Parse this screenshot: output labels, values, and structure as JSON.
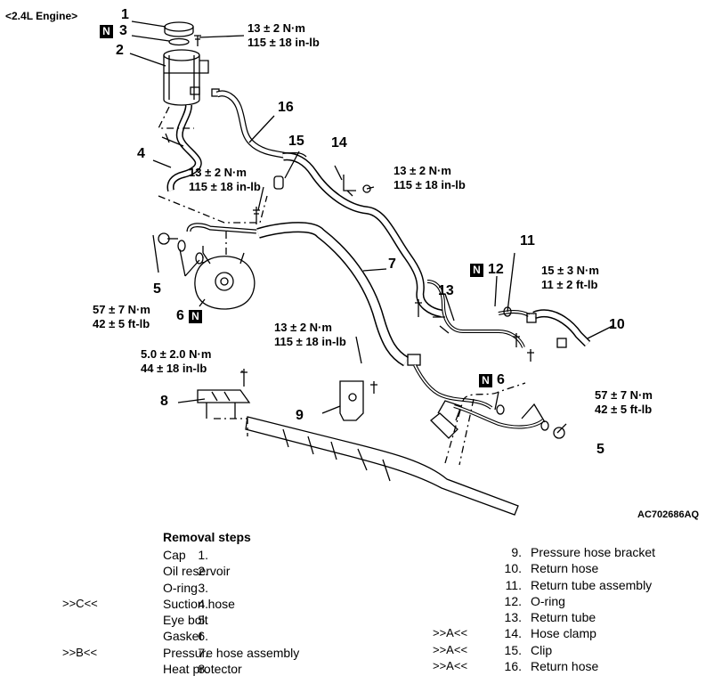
{
  "engine_label": "<2.4L Engine>",
  "figure_code": "AC702686AQ",
  "n_mark": "N",
  "callouts": {
    "c1": "1",
    "c2": "2",
    "c3": "3",
    "c4": "4",
    "c5a": "5",
    "c5b": "5",
    "c6a": "6",
    "c6b": "6",
    "c7": "7",
    "c8": "8",
    "c9": "9",
    "c10": "10",
    "c11": "11",
    "c12": "12",
    "c13": "13",
    "c14": "14",
    "c15": "15",
    "c16": "16"
  },
  "torques": {
    "t1a": "13 ± 2 N·m",
    "t1b": "115 ± 18 in-lb",
    "t2a": "13 ± 2 N·m",
    "t2b": "115 ± 18 in-lb",
    "t3a": "13 ± 2 N·m",
    "t3b": "115 ± 18 in-lb",
    "t4a": "57 ± 7 N·m",
    "t4b": "42 ± 5 ft-lb",
    "t5a": "15 ± 3 N·m",
    "t5b": "11 ± 2 ft-lb",
    "t6a": "13 ± 2 N·m",
    "t6b": "115 ± 18 in-lb",
    "t7a": "5.0 ± 2.0 N·m",
    "t7b": "44 ± 18 in-lb",
    "t8a": "57 ± 7 N·m",
    "t8b": "42 ± 5 ft-lb"
  },
  "removal": {
    "title": "Removal steps",
    "left": [
      {
        "mark": "",
        "num": "1.",
        "text": "Cap"
      },
      {
        "mark": "",
        "num": "2.",
        "text": "Oil reservoir"
      },
      {
        "mark": "",
        "num": "3.",
        "text": "O-ring"
      },
      {
        "mark": ">>C<<",
        "num": "4.",
        "text": "Suction hose"
      },
      {
        "mark": "",
        "num": "5.",
        "text": "Eye bolt"
      },
      {
        "mark": "",
        "num": "6.",
        "text": "Gasket"
      },
      {
        "mark": ">>B<<",
        "num": "7.",
        "text": "Pressure hose assembly"
      },
      {
        "mark": "",
        "num": "8.",
        "text": "Heat protector"
      }
    ],
    "right": [
      {
        "mark": "",
        "num": "9.",
        "text": "Pressure hose bracket"
      },
      {
        "mark": "",
        "num": "10.",
        "text": "Return hose"
      },
      {
        "mark": "",
        "num": "11.",
        "text": "Return tube assembly"
      },
      {
        "mark": "",
        "num": "12.",
        "text": "O-ring"
      },
      {
        "mark": "",
        "num": "13.",
        "text": "Return tube"
      },
      {
        "mark": ">>A<<",
        "num": "14.",
        "text": "Hose clamp"
      },
      {
        "mark": ">>A<<",
        "num": "15.",
        "text": "Clip"
      },
      {
        "mark": ">>A<<",
        "num": "16.",
        "text": "Return hose"
      }
    ]
  }
}
